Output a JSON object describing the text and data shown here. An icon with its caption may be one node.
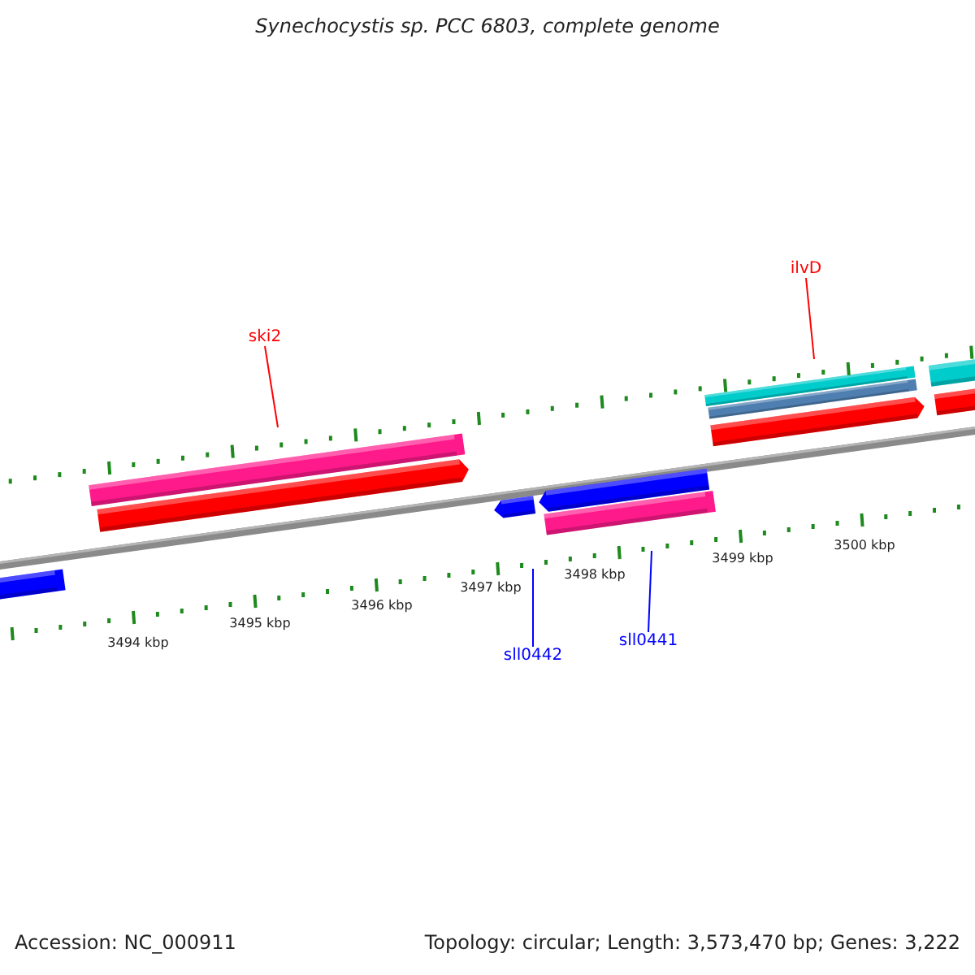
{
  "diagram": {
    "title": "Synechocystis sp. PCC 6803, complete genome",
    "nodes": [
      {
        "text": [
          "ilvD"
        ]
      },
      {
        "text": [
          "ski2"
        ]
      },
      {
        "text": [
          "sll0441"
        ]
      },
      {
        "text": [
          "sll0442"
        ]
      }
    ],
    "edges": [
      {
        "from": 0,
        "to": null,
        "arrow": "none",
        "color": "#ff0000"
      },
      {
        "from": 1,
        "to": null,
        "arrow": "none",
        "color": "#ff0000"
      },
      {
        "from": 2,
        "to": null,
        "arrow": "none",
        "color": "#0000ff"
      },
      {
        "from": 3,
        "to": null,
        "arrow": "none",
        "color": "#0000ff"
      }
    ],
    "labels": [
      "3494 kbp",
      "3495 kbp",
      "3496 kbp",
      "3497 kbp",
      "3498 kbp",
      "3499 kbp",
      "3500 kbp",
      "Accession: NC_000911",
      "Topology: circular; Length: 3,573,470 bp; Genes: 3,222"
    ]
  }
}
